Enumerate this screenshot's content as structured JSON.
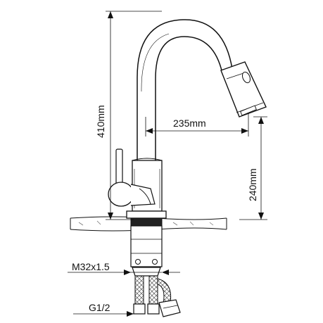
{
  "dimensions": {
    "total_height": "410mm",
    "spout_reach": "235mm",
    "spout_clearance": "240mm",
    "thread_size": "M32x1.5",
    "hose_thread": "G1/2"
  },
  "colors": {
    "line": "#111111",
    "background": "#ffffff",
    "counter_hatch": "#777777",
    "hose_braid": "#555555"
  }
}
